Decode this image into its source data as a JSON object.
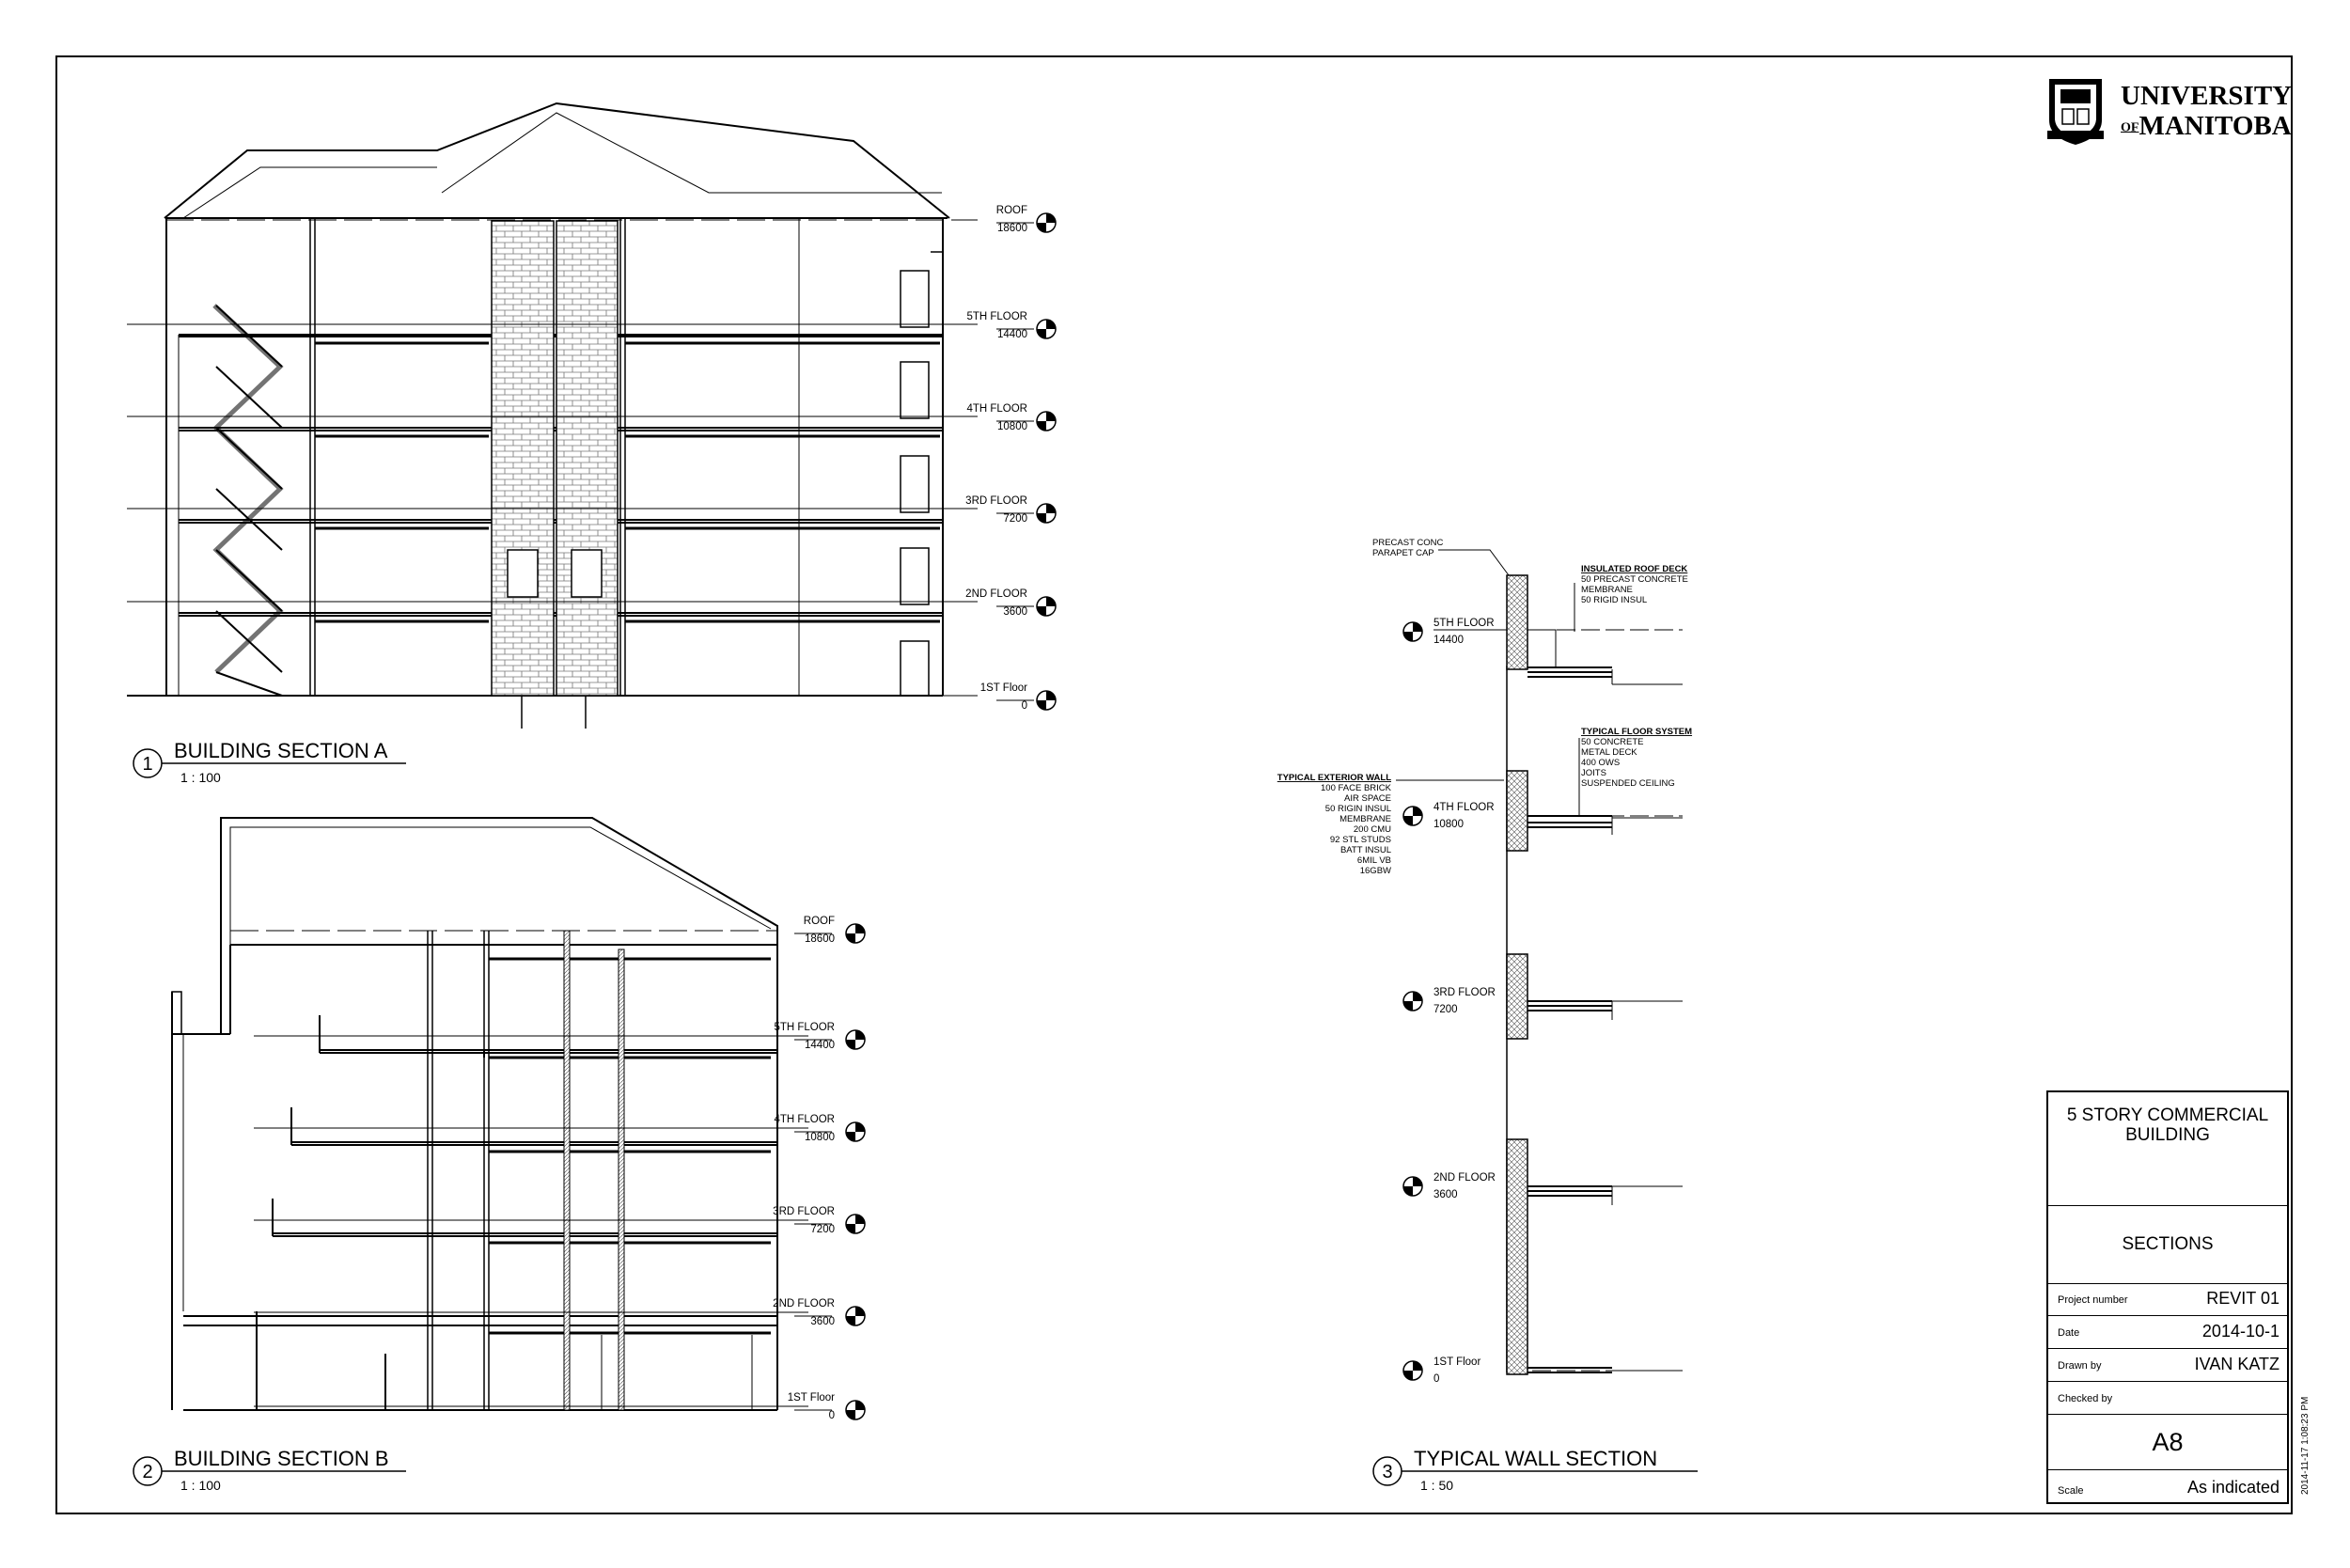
{
  "logo": {
    "line1": "UNIVERSITY",
    "line2_prefix": "OF",
    "line2": "MANITOBA"
  },
  "levels": [
    {
      "name": "ROOF",
      "value": "18600"
    },
    {
      "name": "5TH FLOOR",
      "value": "14400"
    },
    {
      "name": "4TH FLOOR",
      "value": "10800"
    },
    {
      "name": "3RD FLOOR",
      "value": "7200"
    },
    {
      "name": "2ND FLOOR",
      "value": "3600"
    },
    {
      "name": "1ST Floor",
      "value": "0"
    }
  ],
  "wall_levels": [
    {
      "name": "5TH FLOOR",
      "value": "14400"
    },
    {
      "name": "4TH FLOOR",
      "value": "10800"
    },
    {
      "name": "3RD FLOOR",
      "value": "7200"
    },
    {
      "name": "2ND FLOOR",
      "value": "3600"
    },
    {
      "name": "1ST Floor",
      "value": "0"
    }
  ],
  "views": [
    {
      "number": "1",
      "title": "BUILDING SECTION A",
      "scale": "1 : 100"
    },
    {
      "number": "2",
      "title": "BUILDING SECTION B",
      "scale": "1 : 100"
    },
    {
      "number": "3",
      "title": "TYPICAL WALL SECTION",
      "scale": "1 : 50"
    }
  ],
  "annotations": {
    "parapet": [
      "PRECAST CONC",
      "PARAPET CAP"
    ],
    "roof_deck": {
      "heading": "INSULATED ROOF DECK",
      "lines": [
        "50 PRECAST CONCRETE",
        "MEMBRANE",
        "50 RIGID INSUL"
      ]
    },
    "floor_system": {
      "heading": "TYPICAL FLOOR SYSTEM",
      "lines": [
        "50 CONCRETE",
        "METAL DECK",
        "400 OWS",
        "JOITS",
        "SUSPENDED CEILING"
      ]
    },
    "exterior_wall": {
      "heading": "TYPICAL EXTERIOR WALL",
      "lines": [
        "100 FACE BRICK",
        "AIR SPACE",
        "50 RIGIN INSUL",
        "MEMBRANE",
        "200 CMU",
        "92 STL STUDS",
        "BATT INSUL",
        "6MIL VB",
        "16GBW"
      ]
    }
  },
  "title_block": {
    "project_line1": "5 STORY COMMERCIAL",
    "project_line2": "BUILDING",
    "sheet_name": "SECTIONS",
    "project_number_label": "Project number",
    "project_number": "REVIT 01",
    "date_label": "Date",
    "date": "2014-10-1",
    "drawn_by_label": "Drawn by",
    "drawn_by": "IVAN KATZ",
    "checked_by_label": "Checked by",
    "checked_by": "",
    "sheet_number": "A8",
    "scale_label": "Scale",
    "scale": "As indicated"
  },
  "timestamp": "2014-11-17 1:08:23 PM"
}
